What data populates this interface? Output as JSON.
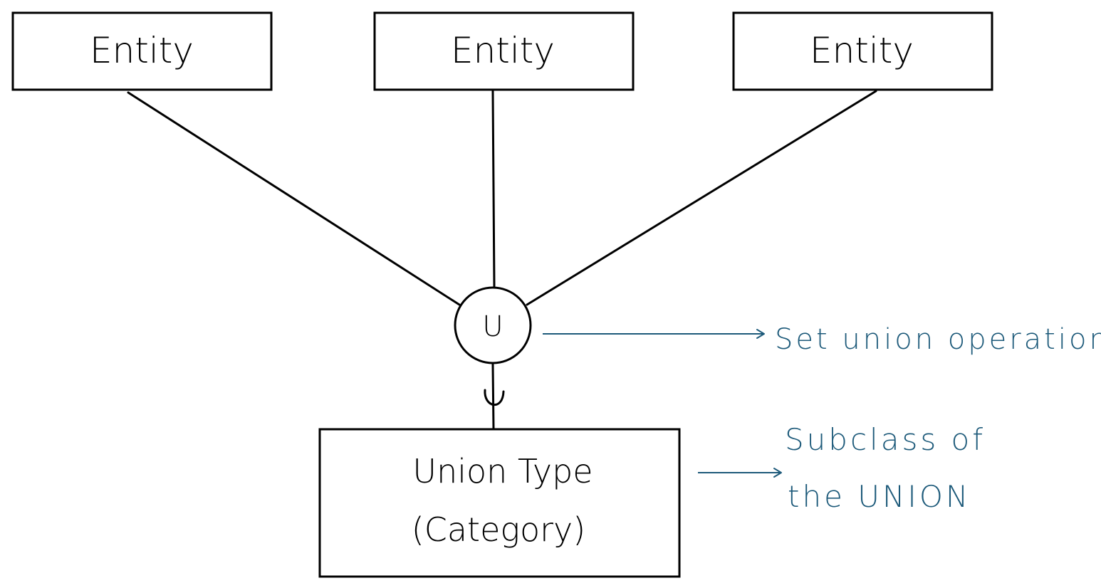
{
  "entities": [
    {
      "label": "Entity"
    },
    {
      "label": "Entity"
    },
    {
      "label": "Entity"
    }
  ],
  "union_operator": {
    "symbol": "U"
  },
  "subset_symbol": "∪",
  "union_type": {
    "line1": "Union Type",
    "line2": "(Category)"
  },
  "annotations": {
    "operator_note": "Set union operation",
    "subclass_note_line1": "Subclass of",
    "subclass_note_line2": "the UNION"
  },
  "colors": {
    "ink": "#000000",
    "annotation": "#1d5a7a"
  }
}
